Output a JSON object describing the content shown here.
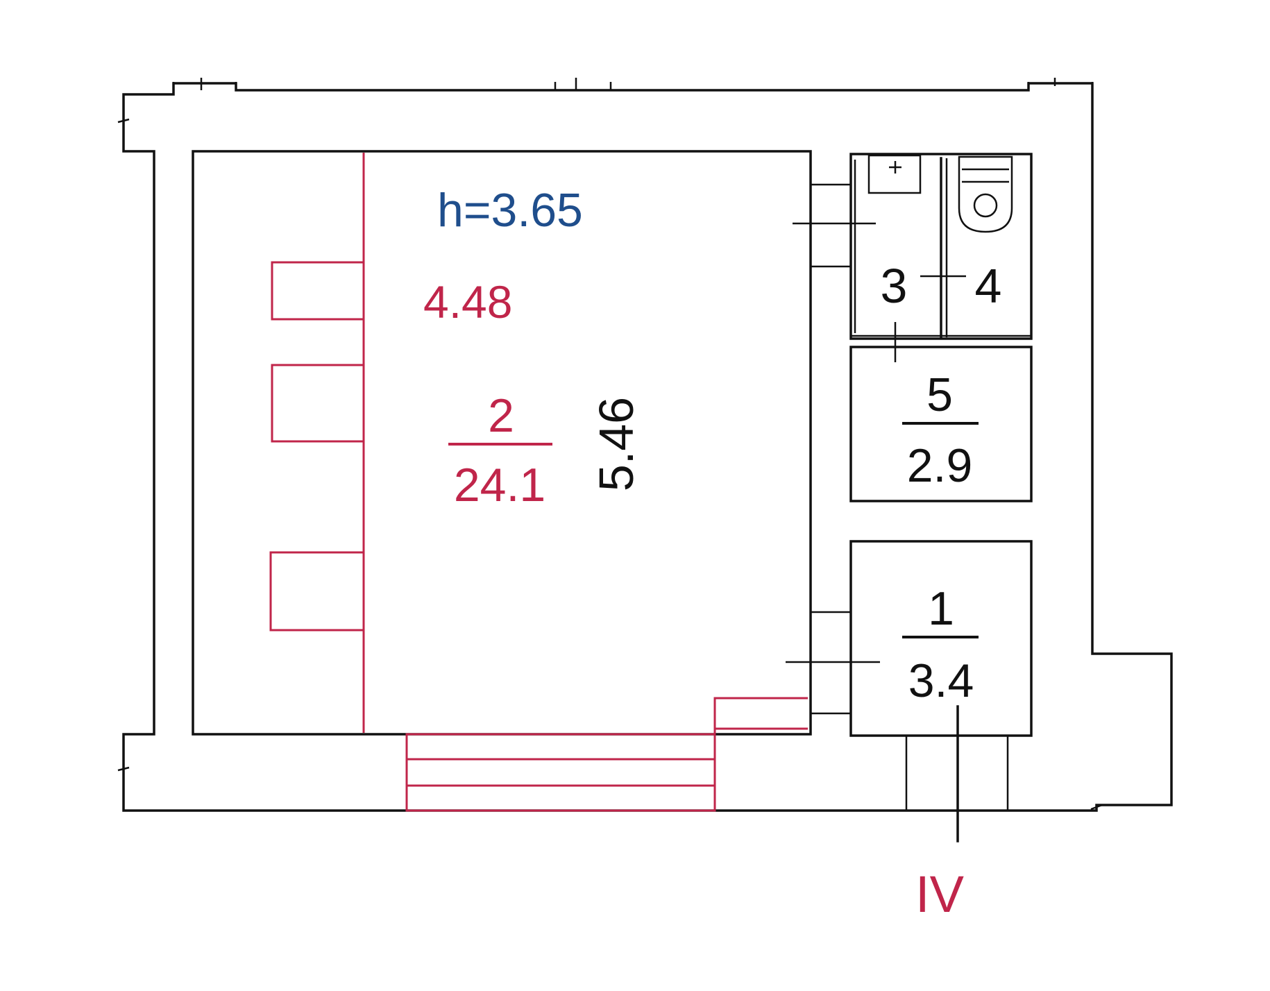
{
  "plan": {
    "ceiling_height_label": "h=3.65",
    "dimensions": {
      "width_label": "4.48",
      "length_label": "5.46"
    },
    "rooms": [
      {
        "number": "2",
        "area": "24.1"
      },
      {
        "number": "3"
      },
      {
        "number": "4"
      },
      {
        "number": "5",
        "area": "2.9"
      },
      {
        "number": "1",
        "area": "3.4"
      }
    ],
    "section_label": "IV",
    "colors": {
      "wall": "#111111",
      "red_markup": "#c0254a",
      "height_label": "#1f4e8c"
    }
  }
}
